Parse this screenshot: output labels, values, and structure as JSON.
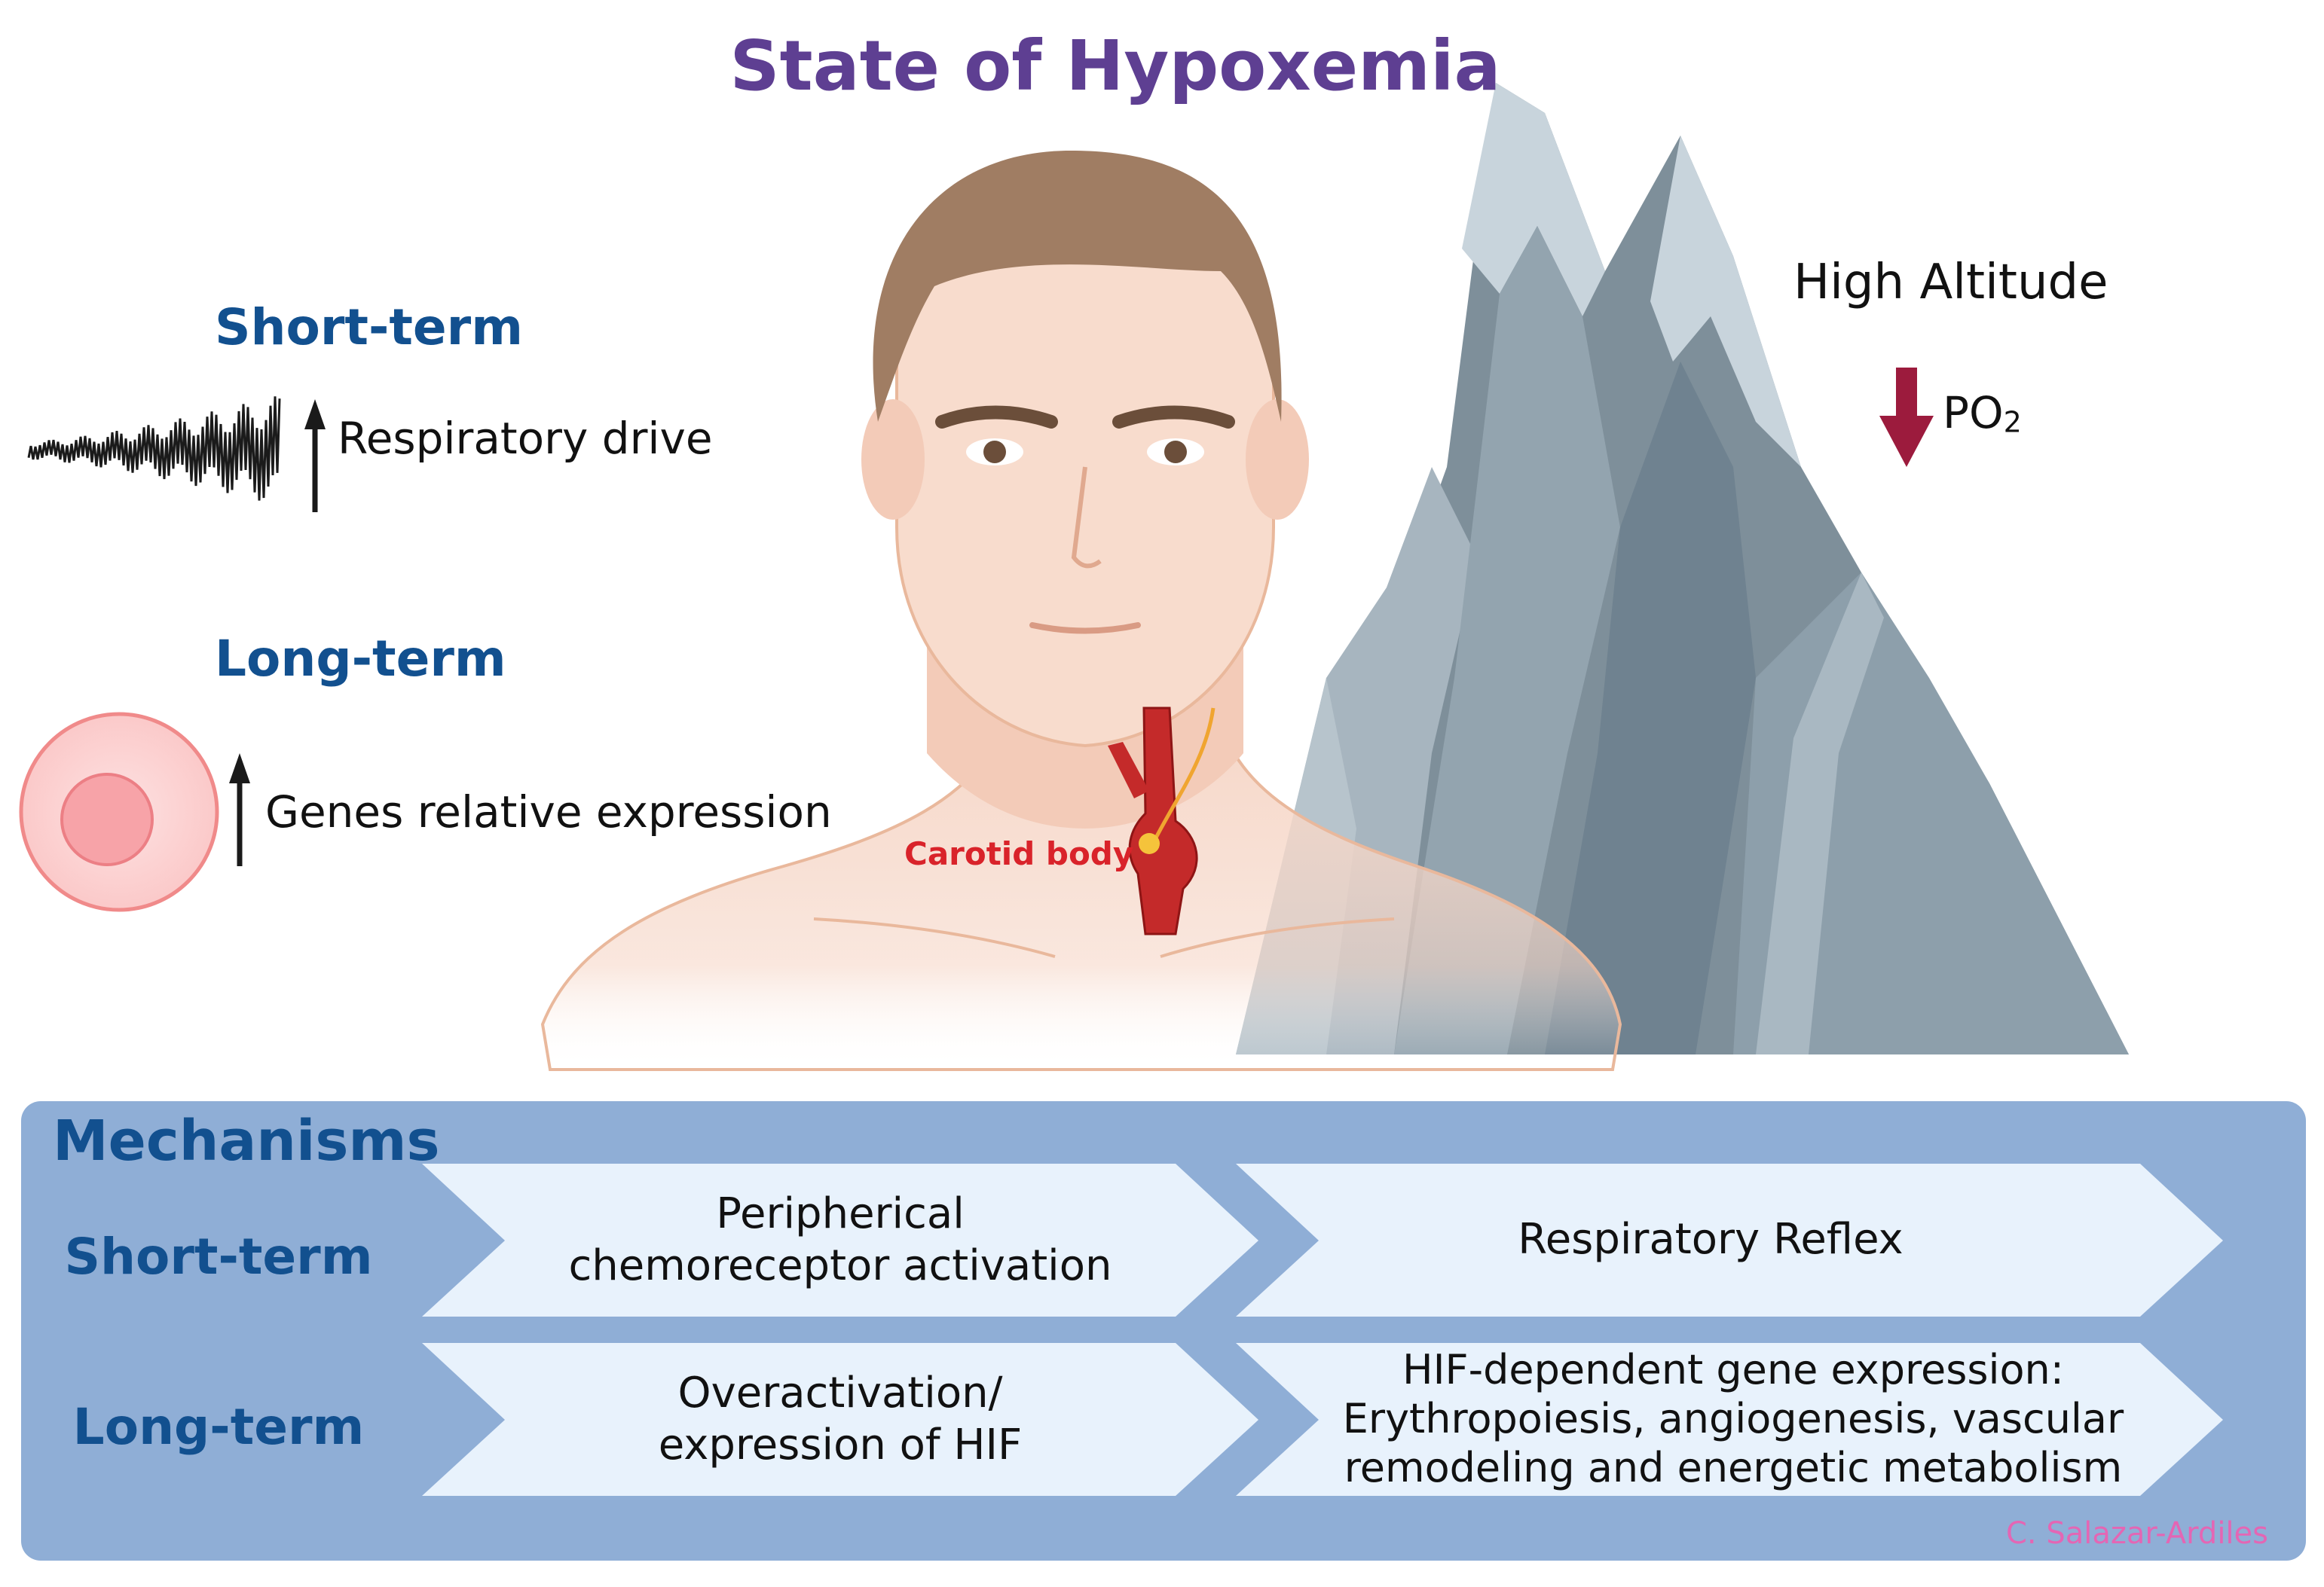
{
  "title": "State of Hypoxemia",
  "colors": {
    "title": "#5e3f92",
    "heading_blue": "#12508f",
    "carotid_red": "#d9232a",
    "arrow_red": "#9c1b3d",
    "panel": "#8faed6",
    "chevron": "#e8f2fc",
    "credit": "#e466b4"
  },
  "icons": {
    "respiration": "respiratory-waveform-icon",
    "cell": "cell-icon",
    "up_arrow": "up-arrow-icon",
    "down_arrow": "down-arrow-icon",
    "head": "human-head-icon",
    "artery": "carotid-artery-icon",
    "mountain": "mountain-icon"
  },
  "left_panel": {
    "short_term": {
      "heading": "Short-term",
      "label": "Respiratory drive"
    },
    "long_term": {
      "heading": "Long-term",
      "label": "Genes relative expression"
    }
  },
  "illustration": {
    "carotid_label": "Carotid body",
    "altitude_label": "High Altitude",
    "po2_label": "PO",
    "po2_sub": "2"
  },
  "mechanisms": {
    "heading": "Mechanisms",
    "rows": [
      {
        "label": "Short-term",
        "steps": [
          [
            "Peripherical",
            "chemoreceptor activation"
          ],
          [
            "Respiratory Reflex"
          ]
        ]
      },
      {
        "label": "Long-term",
        "steps": [
          [
            "Overactivation/",
            "expression of HIF"
          ],
          [
            "HIF-dependent gene expression:",
            "Erythropoiesis, angiogenesis, vascular",
            "remodeling and energetic metabolism"
          ]
        ]
      }
    ]
  },
  "credit": "C. Salazar-Ardiles"
}
